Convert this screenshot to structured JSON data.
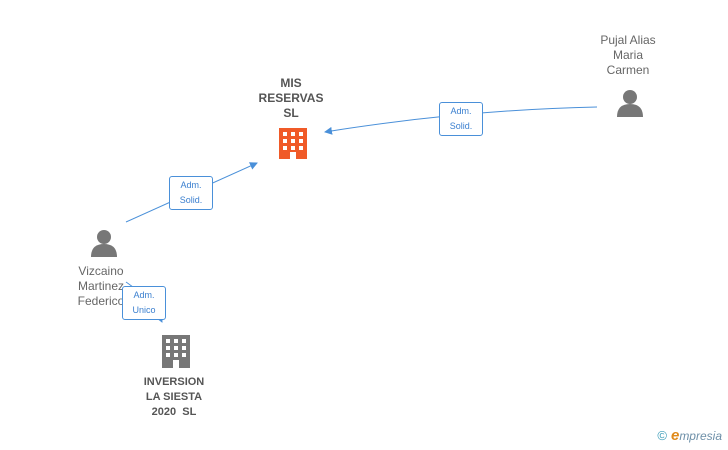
{
  "nodes": {
    "mis_reservas": {
      "lines": [
        "MIS",
        "RESERVAS",
        "SL"
      ],
      "color": "#f05a28"
    },
    "pujal": {
      "lines": [
        "Pujal Alias",
        "Maria",
        "Carmen"
      ],
      "color": "#777777"
    },
    "vizcaino": {
      "lines": [
        "Vizcaino",
        "Martinez",
        "Federico"
      ],
      "color": "#777777"
    },
    "inversion": {
      "lines": [
        "INVERSION",
        "LA SIESTA",
        "2020  SL"
      ],
      "color": "#777777"
    }
  },
  "edges": {
    "pujal_to_mis": {
      "lines": [
        "Adm.",
        "Solid."
      ]
    },
    "vizcaino_to_mis": {
      "lines": [
        "Adm.",
        "Solid."
      ]
    },
    "vizcaino_to_inversion": {
      "lines": [
        "Adm.",
        "Unico"
      ]
    }
  },
  "edge_color": "#4a90d9",
  "brand": {
    "copyright": "©",
    "initial": "e",
    "name": "mpresia"
  }
}
